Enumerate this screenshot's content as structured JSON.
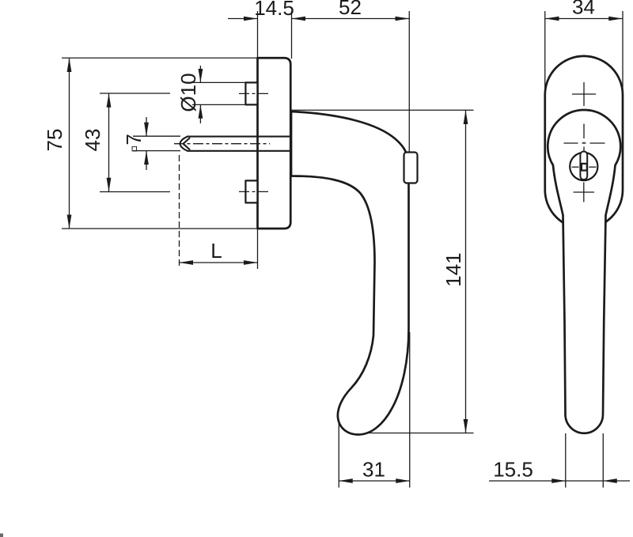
{
  "drawing": {
    "type": "technical-dimension-drawing",
    "subject": "lockable window handle, side view and front view",
    "line_color": "#1b1b1b",
    "background": "#ffffff"
  },
  "labels": {
    "side": {
      "plate_depth": "14.5",
      "reach": "52",
      "plate_height": "75",
      "screw_spacing": "43",
      "screw_diameter": "Ø10",
      "spindle_square": "▫7",
      "spindle_length": "L",
      "grip_offset": "31",
      "handle_height": "141"
    },
    "front": {
      "rosette_width": "34",
      "grip_width": "15.5"
    }
  }
}
